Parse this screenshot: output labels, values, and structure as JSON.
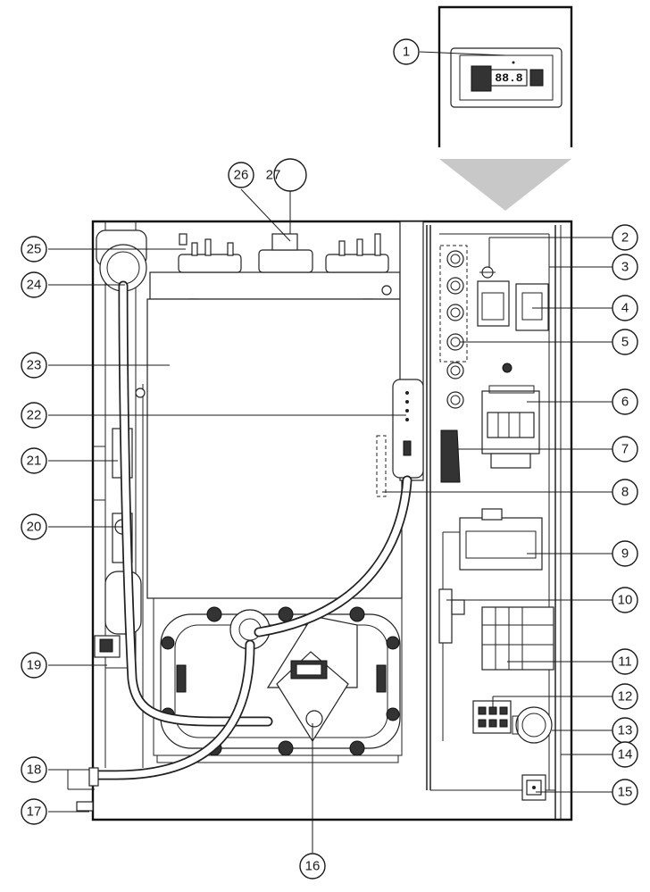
{
  "callouts": [
    {
      "id": "1",
      "label": "1"
    },
    {
      "id": "2",
      "label": "2"
    },
    {
      "id": "3",
      "label": "3"
    },
    {
      "id": "4",
      "label": "4"
    },
    {
      "id": "5",
      "label": "5"
    },
    {
      "id": "6",
      "label": "6"
    },
    {
      "id": "7",
      "label": "7"
    },
    {
      "id": "8",
      "label": "8"
    },
    {
      "id": "9",
      "label": "9"
    },
    {
      "id": "10",
      "label": "10"
    },
    {
      "id": "11",
      "label": "11"
    },
    {
      "id": "12",
      "label": "12"
    },
    {
      "id": "13",
      "label": "13"
    },
    {
      "id": "14",
      "label": "14"
    },
    {
      "id": "15",
      "label": "15"
    },
    {
      "id": "16",
      "label": "16"
    },
    {
      "id": "17",
      "label": "17"
    },
    {
      "id": "18",
      "label": "18"
    },
    {
      "id": "19",
      "label": "19"
    },
    {
      "id": "20",
      "label": "20"
    },
    {
      "id": "21",
      "label": "21"
    },
    {
      "id": "22",
      "label": "22"
    },
    {
      "id": "23",
      "label": "23"
    },
    {
      "id": "24",
      "label": "24"
    },
    {
      "id": "25",
      "label": "25"
    },
    {
      "id": "26",
      "label": "26"
    },
    {
      "id": "27",
      "label": "27"
    }
  ],
  "display": {
    "readout": "88.8"
  },
  "colors": {
    "line": "#1a1a1a",
    "arrow": "#c8c8c8",
    "background": "#ffffff"
  }
}
